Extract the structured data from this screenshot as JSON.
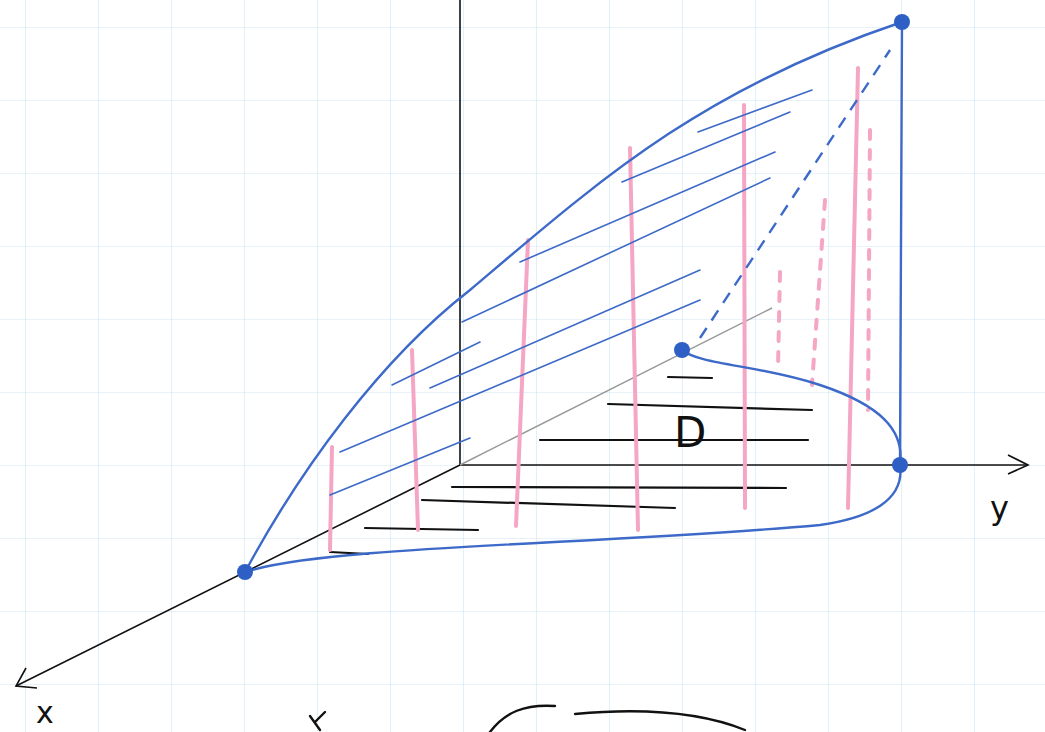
{
  "diagram": {
    "labels": [
      "x",
      "y",
      "D"
    ]
  }
}
